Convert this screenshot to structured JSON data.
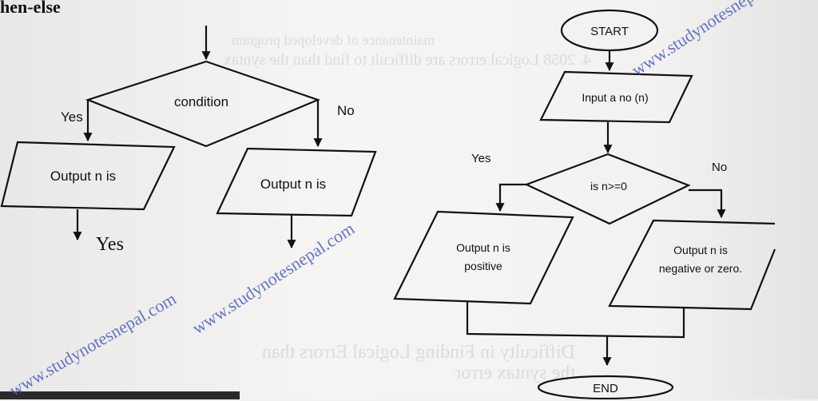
{
  "heading": "hen-else",
  "watermark": "www.studynotesnepal.com",
  "left_flowchart": {
    "decision": "condition",
    "yes_label": "Yes",
    "no_label": "No",
    "yes_output": "Output n is",
    "no_output": "Output n is",
    "below_yes": "Yes"
  },
  "right_flowchart": {
    "start": "START",
    "input": "Input a no (n)",
    "decision": "is n>=0",
    "yes_label": "Yes",
    "no_label": "No",
    "yes_output_line1": "Output n is",
    "yes_output_line2": "positive",
    "no_output_line1": "Output n is",
    "no_output_line2": "negative or zero.",
    "end": "END"
  },
  "show_through": {
    "line1": "maintenance of developed program",
    "line2": "4. 2058 Logical errors are difficult to find than the syntax",
    "line3": "Difficulty in Finding Logical Errors than the syntax error"
  }
}
